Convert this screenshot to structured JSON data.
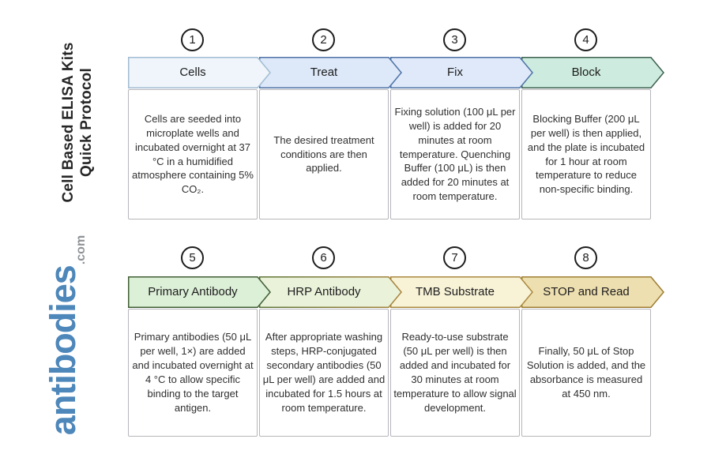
{
  "page": {
    "background": "#ffffff"
  },
  "sidebar": {
    "title_line1": "Cell Based ELISA Kits",
    "title_line2": "Quick Protocol",
    "title_color": "#262626",
    "logo_text": "antibodies",
    "logo_suffix": ".com",
    "logo_color": "#4e87ba",
    "logo_suffix_color": "#8f9396"
  },
  "steps": [
    {
      "number": "1",
      "label": "Cells",
      "description": "Cells are seeded into microplate wells and incubated overnight at 37 °C in a humidified atmosphere containing 5% CO₂.",
      "fill": "#eff5fb",
      "stroke": "#a2bcd2"
    },
    {
      "number": "2",
      "label": "Treat",
      "description": "The desired treatment conditions are then applied.",
      "fill": "#dde8f8",
      "stroke": "#4e72a6"
    },
    {
      "number": "3",
      "label": "Fix",
      "description": "Fixing solution (100 μL per well) is added for 20 minutes at room temperature. Quenching Buffer (100 μL) is then added for 20 minutes at room temperature.",
      "fill": "#dfe9f9",
      "stroke": "#4e72a6"
    },
    {
      "number": "4",
      "label": "Block",
      "description": "Blocking Buffer (200 μL per well) is then applied, and the plate is incubated for 1 hour at room temperature to reduce non-specific binding.",
      "fill": "#cdebde",
      "stroke": "#3d604f"
    },
    {
      "number": "5",
      "label": "Primary Antibody",
      "description": "Primary antibodies (50 μL per well, 1×) are added and incubated overnight at 4 °C to allow specific binding to the target antigen.",
      "fill": "#dcefd7",
      "stroke": "#3f5d33"
    },
    {
      "number": "6",
      "label": "HRP Antibody",
      "description": "After appropriate washing steps, HRP-conjugated secondary antibodies (50 μL per well) are added and incubated for 1.5 hours at room temperature.",
      "fill": "#eaf2da",
      "stroke": "#5c7437",
      "stroke_end": "#a8843c"
    },
    {
      "number": "7",
      "label": "TMB Substrate",
      "description": "Ready-to-use substrate (50 μL per well) is then added and incubated for 30 minutes at room temperature to allow signal development.",
      "fill": "#f8f3d7",
      "stroke": "#aa883e"
    },
    {
      "number": "8",
      "label": "STOP and Read",
      "description": "Finally, 50 μL of Stop Solution is added, and the absorbance is measured at 450 nm.",
      "fill": "#eedfb0",
      "stroke": "#9d7d33"
    }
  ]
}
